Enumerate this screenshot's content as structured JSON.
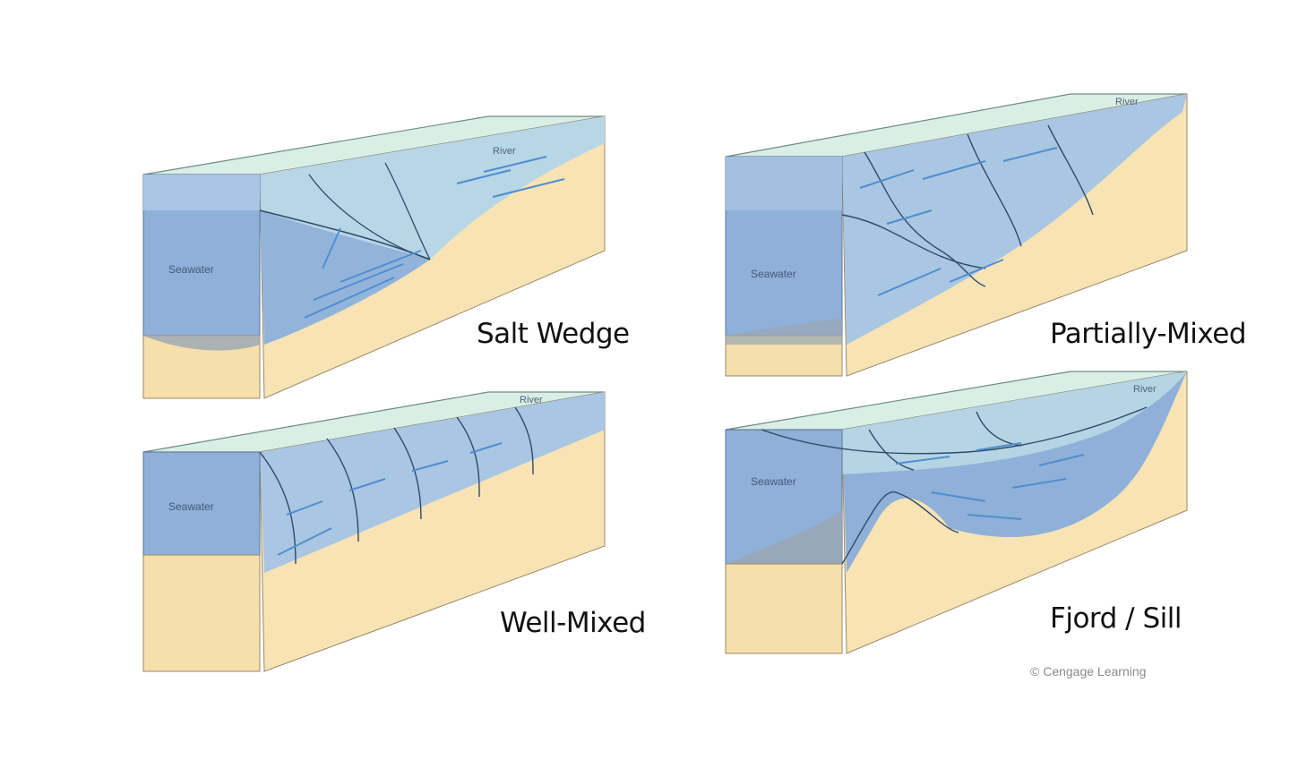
{
  "colors": {
    "seawater": "#8fb0d8",
    "river": "#cfe9de",
    "sand": "#f5dfaa",
    "boundary_line": "#2f4a68",
    "flow_arrow": "#4f8ed0"
  },
  "panels": [
    {
      "id": "salt-wedge",
      "title": "Salt Wedge",
      "seawater_label": "Seawater",
      "river_label": "River"
    },
    {
      "id": "partially-mixed",
      "title": "Partially-Mixed",
      "seawater_label": "Seawater",
      "river_label": "River"
    },
    {
      "id": "well-mixed",
      "title": "Well-Mixed",
      "seawater_label": "Seawater",
      "river_label": "River"
    },
    {
      "id": "fjord-sill",
      "title": "Fjord / Sill",
      "seawater_label": "Seawater",
      "river_label": "River"
    }
  ],
  "credit": "© Cengage Learning"
}
